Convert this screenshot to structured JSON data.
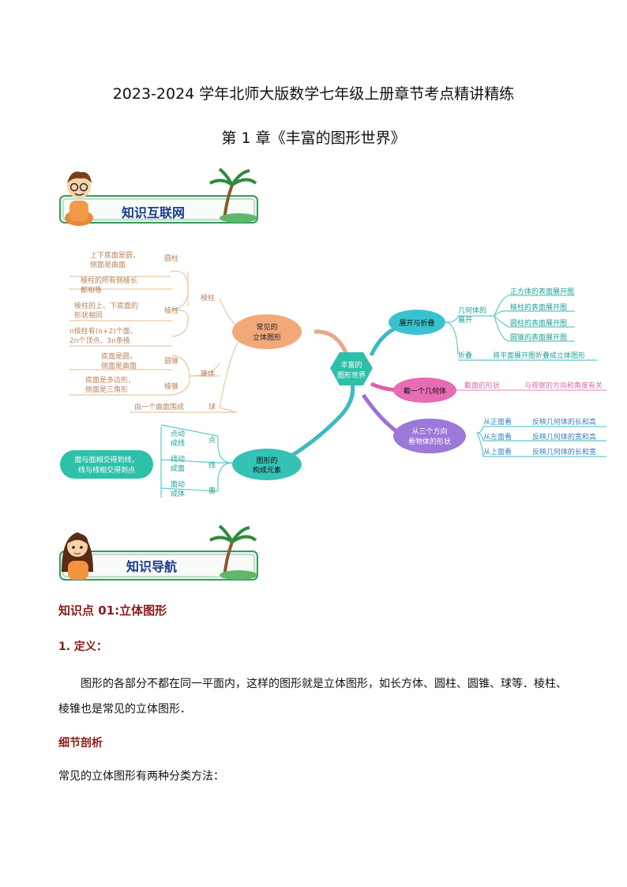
{
  "doc": {
    "title1": "2023-2024 学年北师大版数学七年级上册章节考点精讲精练",
    "title2": "第 1 章《丰富的图形世界》"
  },
  "banners": {
    "network": "知识互联网",
    "navigation": "知识导航"
  },
  "mindmap": {
    "center": [
      "丰富的",
      "图形世界"
    ],
    "solid": {
      "label": [
        "常见的",
        "立体图形"
      ],
      "cylinder_desc": [
        "上下底面是圆，",
        "侧面是曲面"
      ],
      "cylinder": "圆柱",
      "prism_desc1": [
        "棱柱的所有侧棱长",
        "都相等"
      ],
      "prism_desc2": [
        "棱柱的上、下底面的",
        "形状相同"
      ],
      "prism_desc3": [
        "n棱柱有(n+2)个面、",
        "2n个顶点、3n条棱"
      ],
      "prism": "棱柱",
      "prism_group": "棱柱",
      "cone_desc": [
        "底面是圆，",
        "侧面是曲面"
      ],
      "cone": "圆锥",
      "pyramid_desc": [
        "底面是多边形，",
        "侧面是三角形"
      ],
      "pyramid": "棱锥",
      "cone_group": "锥体",
      "sphere_desc": "由一个曲面围成",
      "sphere": "球"
    },
    "elements": {
      "label": [
        "图形的",
        "构成元素"
      ],
      "point_desc": [
        "点动",
        "成线"
      ],
      "point": "点",
      "line_desc": [
        "线动",
        "成面"
      ],
      "line": "线",
      "plane_desc": [
        "面动",
        "成体"
      ],
      "plane": "面",
      "note": [
        "面与面相交得到线，",
        "线与线相交得到点"
      ]
    },
    "unfold": {
      "label": "展开与折叠",
      "net_label": [
        "几何体的",
        "展开"
      ],
      "nets": [
        "正方体的表面展开图",
        "棱柱的表面展开图",
        "圆柱的表面展开图",
        "圆锥的表面展开图"
      ],
      "fold": "折叠",
      "fold_desc": "将平面展开图折叠成立体图形"
    },
    "cut": {
      "label": "截一个几何体",
      "shape": "截面的形状",
      "relation": "与观察的方向和角度有关"
    },
    "view": {
      "label": [
        "从三个方向",
        "看物体的形状"
      ],
      "items": [
        {
          "dir": "从正面看",
          "desc": "反映几何体的长和高"
        },
        {
          "dir": "从左面看",
          "desc": "反映几何体的宽和高"
        },
        {
          "dir": "从上面看",
          "desc": "反映几何体的长和宽"
        }
      ]
    }
  },
  "content": {
    "kp_title": "知识点 01:立体图形",
    "def_title": "1.  定义：",
    "def_text": "图形的各部分不都在同一平面内，这样的图形就是立体图形，如长方体、圆柱、圆锥、球等．棱柱、棱锥也是常见的立体图形．",
    "detail_title": "细节剖析",
    "detail_text": "常见的立体图形有两种分类方法："
  }
}
